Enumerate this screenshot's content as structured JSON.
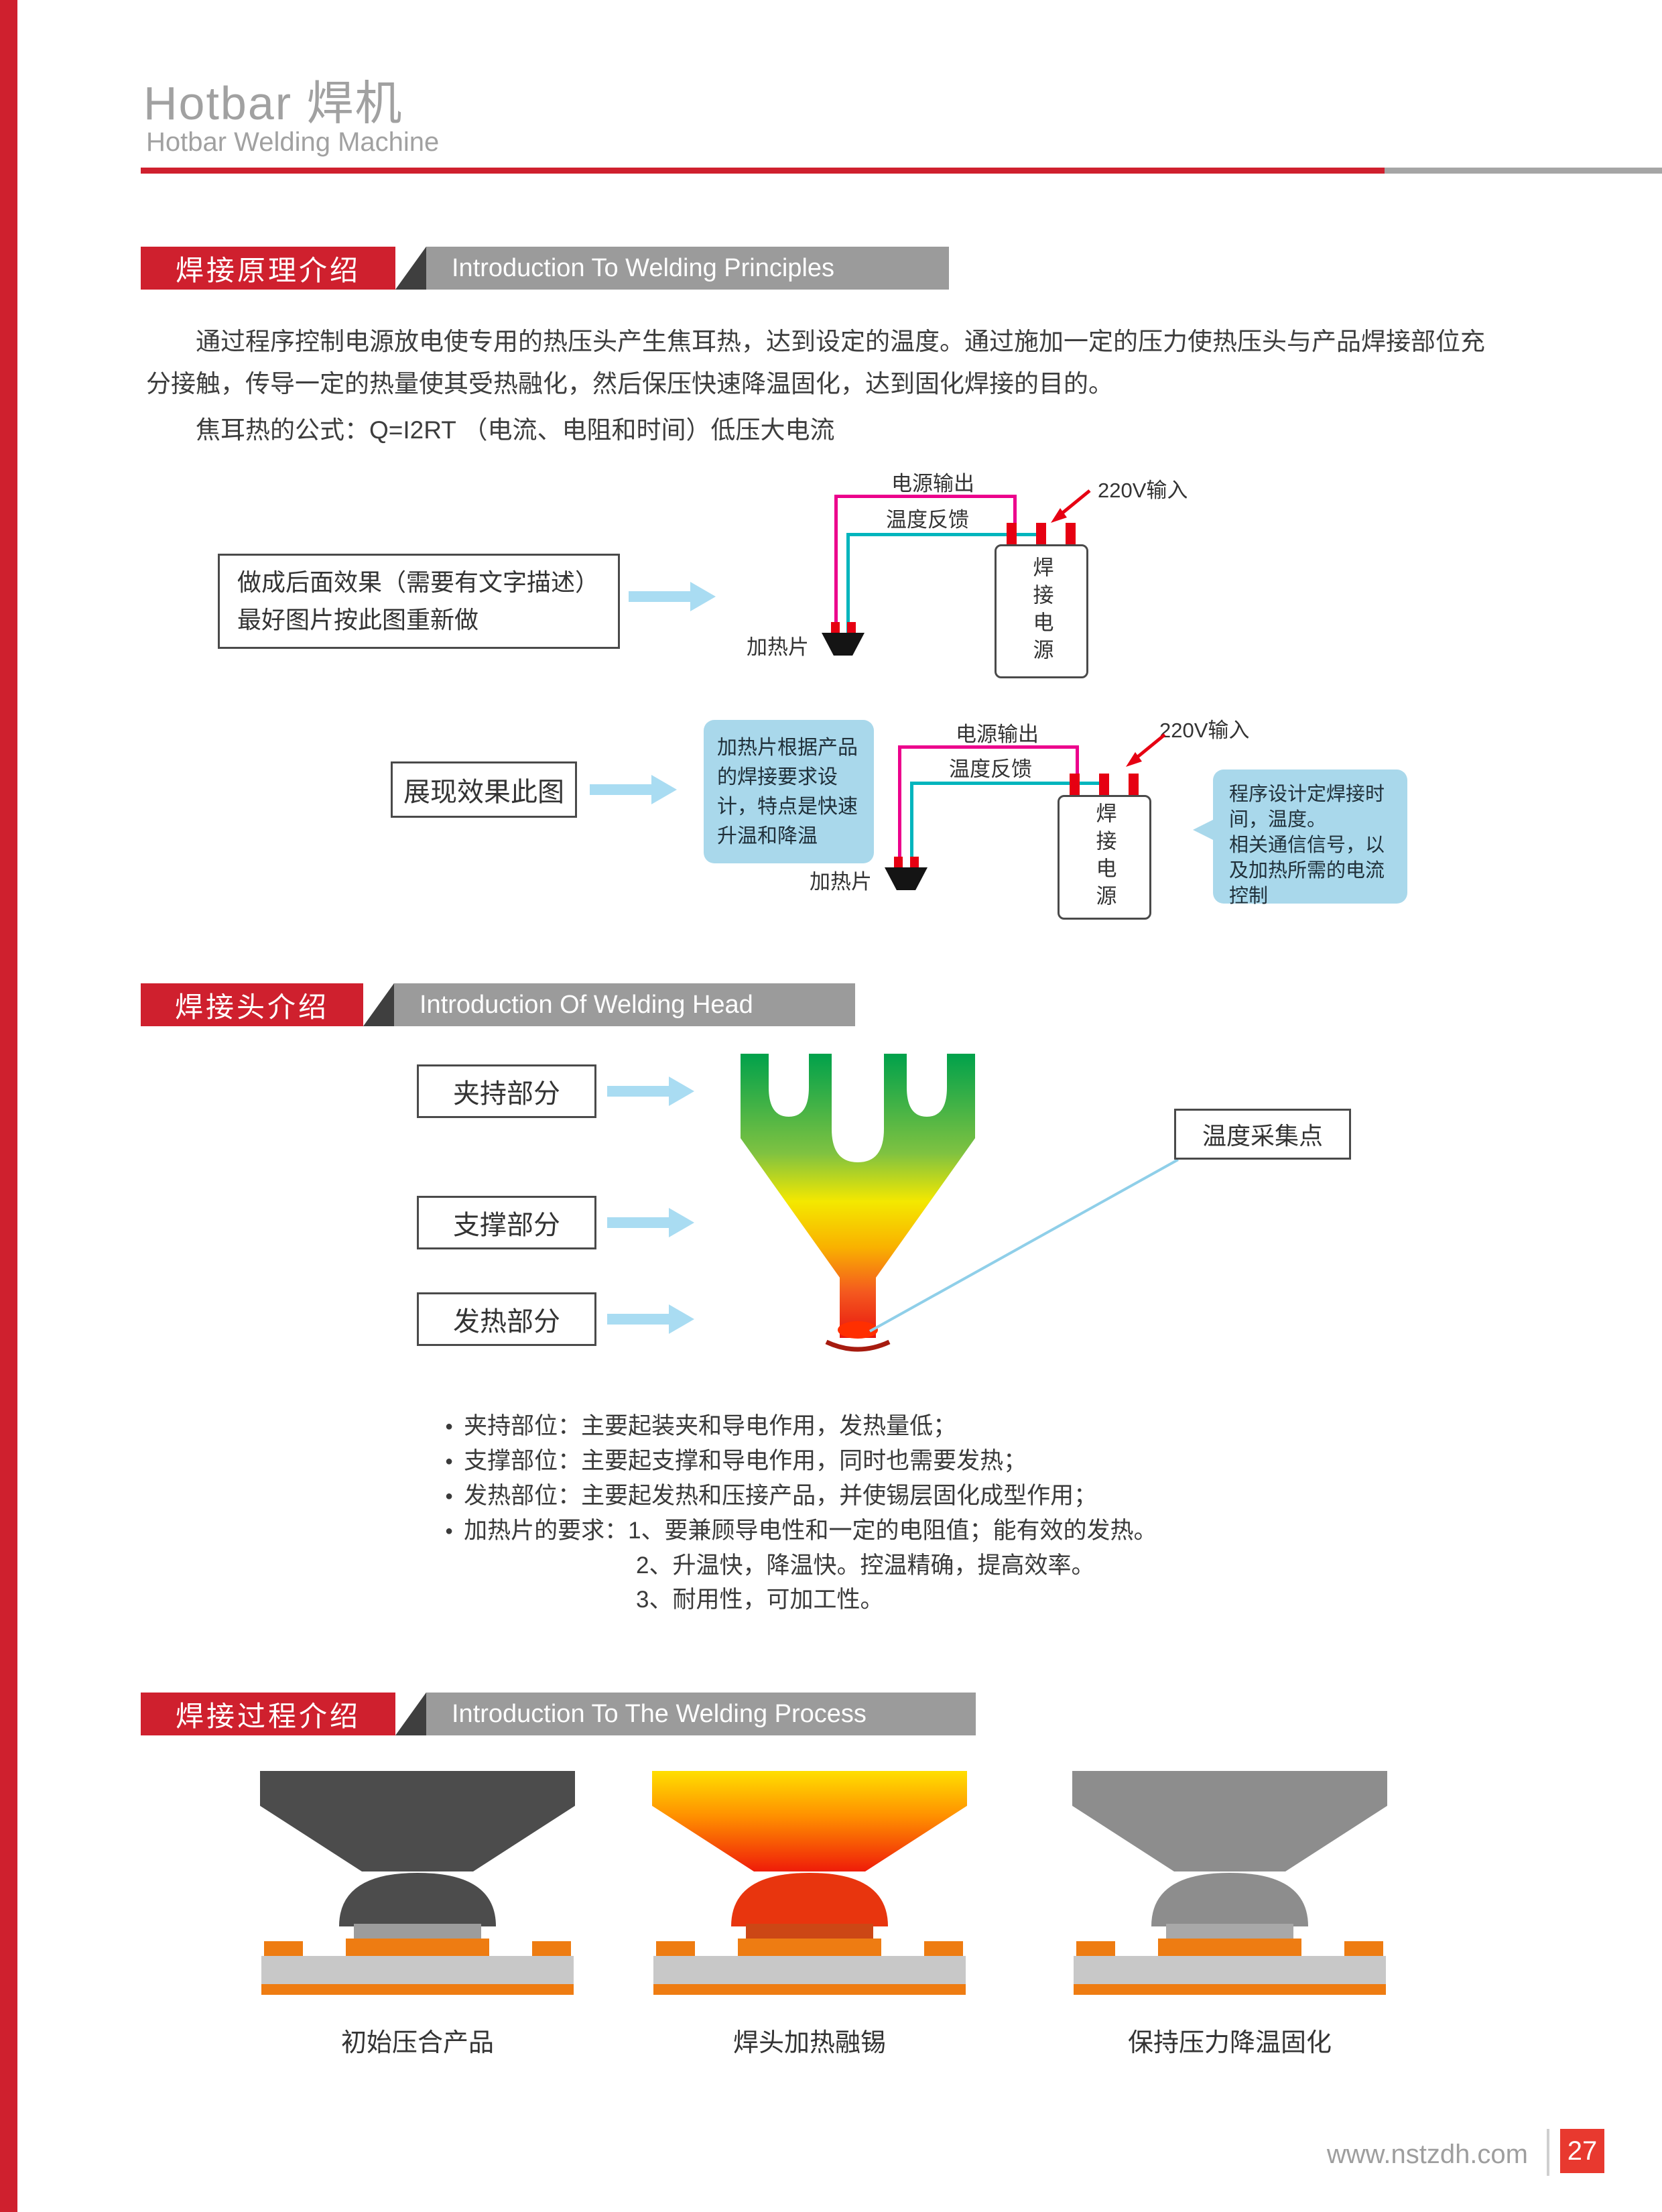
{
  "header": {
    "title": "Hotbar 焊机",
    "subtitle": "Hotbar Welding Machine"
  },
  "glyphs": {
    "bullet": "●"
  },
  "colors": {
    "brand_red": "#cf202e",
    "banner_gray": "#9b9b9b",
    "accent_red": "#e8392f",
    "wire_pink": "#ec008c",
    "wire_cyan": "#00b5bd",
    "arrow_blue": "#a9dcf2",
    "callout_blue": "#a9d8eb",
    "solder_orange": "#ee7c12",
    "head_gradient": [
      "#00a14b",
      "#f4e800",
      "#e8170f"
    ]
  },
  "principles": {
    "badge": "焊接原理介绍",
    "banner": "Introduction To Welding Principles",
    "paragraph": "通过程序控制电源放电使专用的热压头产生焦耳热，达到设定的温度。通过施加一定的压力使热压头与产品焊接部位充分接触，传导一定的热量使其受热融化，然后保压快速降温固化，达到固化焊接的目的。",
    "formula": "焦耳热的公式：Q=I2RT （电流、电阻和时间）低压大电流",
    "wiring": {
      "power_out": "电源输出",
      "temp_feedback": "温度反馈",
      "input_220v": "220V输入",
      "heater": "加热片",
      "power_supply": "焊接电源"
    },
    "diagram1": {
      "note_line1": "做成后面效果（需要有文字描述）",
      "note_line2": "最好图片按此图重新做"
    },
    "diagram2": {
      "note": "展现效果此图",
      "callout_left": "加热片根据产品的焊接要求设计，特点是快速升温和降温",
      "callout_right_p1": "程序设计定焊接时间，温度。",
      "callout_right_p2": "相关通信信号，以及加热所需的电流控制"
    }
  },
  "head": {
    "badge": "焊接头介绍",
    "banner": "Introduction Of Welding Head",
    "part_labels": [
      "夹持部分",
      "支撑部分",
      "发热部分"
    ],
    "temp_point": "温度采集点",
    "bullets": [
      "夹持部位：主要起装夹和导电作用，发热量低；",
      "支撑部位：主要起支撑和导电作用，同时也需要发热；",
      "发热部位：主要起发热和压接产品，并使锡层固化成型作用；",
      "加热片的要求：1、要兼顾导电性和一定的电阻值；能有效的发热。"
    ],
    "sub_bullets": [
      "2、升温快，降温快。控温精确，提高效率。",
      "3、耐用性，可加工性。"
    ]
  },
  "process": {
    "badge": "焊接过程介绍",
    "banner": "Introduction To The Welding Process",
    "captions": [
      "初始压合产品",
      "焊头加热融锡",
      "保持压力降温固化"
    ]
  },
  "footer": {
    "website": "www.nstzdh.com",
    "page_number": "27"
  }
}
